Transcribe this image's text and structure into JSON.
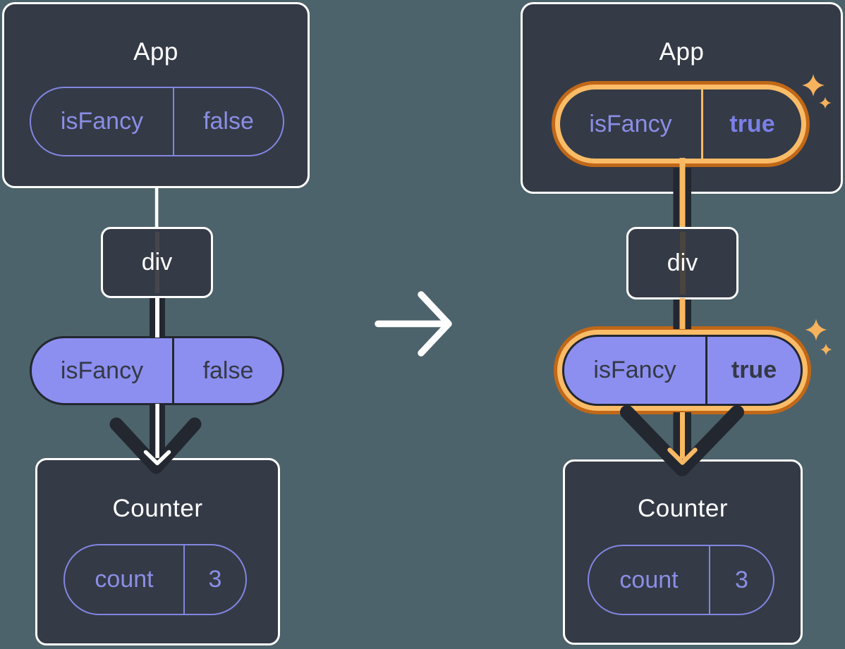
{
  "before": {
    "app": {
      "title": "App",
      "prop_name": "isFancy",
      "prop_value": "false"
    },
    "container": {
      "label": "div"
    },
    "passed_prop": {
      "name": "isFancy",
      "value": "false"
    },
    "counter": {
      "title": "Counter",
      "state_name": "count",
      "state_value": "3"
    }
  },
  "after": {
    "app": {
      "title": "App",
      "prop_name": "isFancy",
      "prop_value": "true"
    },
    "container": {
      "label": "div"
    },
    "passed_prop": {
      "name": "isFancy",
      "value": "true"
    },
    "counter": {
      "title": "Counter",
      "state_name": "count",
      "state_value": "3"
    }
  },
  "icons": {
    "transition": "right-arrow",
    "highlight": "four-point-sparkle"
  },
  "colors": {
    "background": "#4c636c",
    "card_fill": "#343a46",
    "card_border": "#ffffff",
    "purple_outline": "#8186e0",
    "purple_fill": "#8c8ef0",
    "dark_pipe": "#23272f",
    "orange_dark": "#c06818",
    "orange_light": "#fbbc68",
    "orange_arrow": "#f9b963",
    "sparkle": "#f6b25c",
    "white": "#ffffff"
  }
}
